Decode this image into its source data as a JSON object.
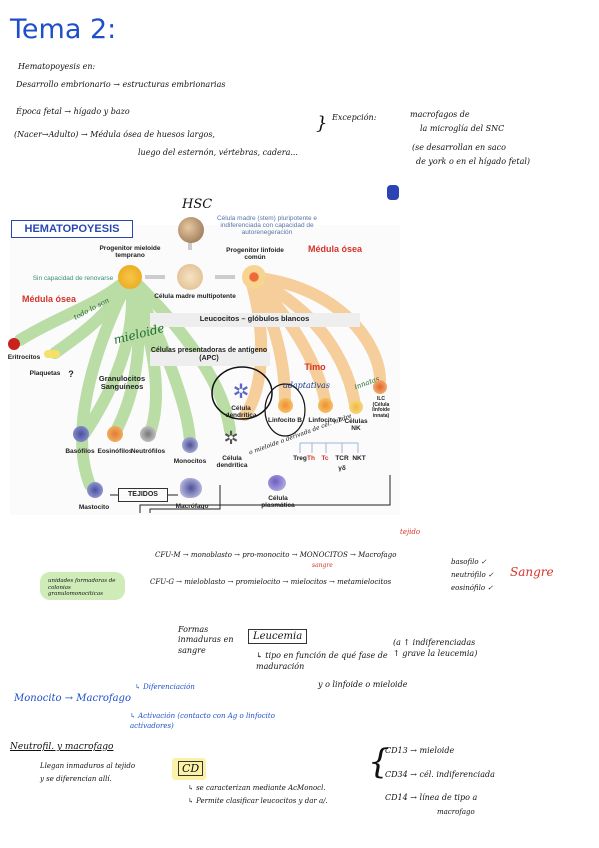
{
  "page": {
    "title": "Tema 2:",
    "intro": "Hematopoyesis en:",
    "lines": [
      "Desarrollo embrionario → estructuras embrionarias",
      "Época fetal → hígado y bazo",
      "(Nacer→Adulto) → Médula ósea de huesos largos,",
      "luego del esternón, vértebras, cadera..."
    ],
    "exception_label": "Excepción:",
    "exception_text_1": "macrofagos de",
    "exception_text_2": "la microglía del SNC",
    "exception_text_3": "(se desarrollan en saco",
    "exception_text_4": "de york o en el hígado fetal)"
  },
  "figure": {
    "title": "HEMATOPOYESIS",
    "hsc_note": "HSC",
    "stem_cell": "Célula madre (stem) pluripotente e indiferenciada con capacidad de autorenegeración",
    "early_myeloid": "Progenitor mieloide temprano",
    "lymphoid_progenitor": "Progenitor linfoide común",
    "medula_osea_right": "Médula ósea",
    "medula_osea_left": "Médula ósea",
    "no_renew": "Sin capacidad de renovarse",
    "multipotent": "Célula madre multipotente",
    "leukocytes": "Leucocitos – glóbulos blancos",
    "apc": "Células presentadoras de antígeno (APC)",
    "erythrocytes": "Eritrocitos",
    "platelets": "Plaquetas",
    "question": "?",
    "granulocytes": "Granulocitos Sanguíneos",
    "mieloide_note": "mieloide",
    "todo_note": "todo lo son",
    "timo": "Timo",
    "adaptativas_note": "adaptativas",
    "innatas_note": "innatas",
    "dendritic_1": "Célula dendrítica",
    "dendritic_2": "Célula dendrítica",
    "dendritic_note": "o mieloide o derivada de cél. madre",
    "lymph_b": "Linfocito B",
    "lymph_t": "Linfocito T",
    "nk": "Células NK",
    "ilc": "ILC (Célula linfoide innata)",
    "basophils": "Basófilos",
    "eosinophils": "Eosinófilos",
    "neutrophils": "Neutrófilos",
    "monocytes": "Monocitos",
    "treg": "Treg",
    "th": "Th",
    "tc": "Tc",
    "tcr": "TCR",
    "gd": "γδ",
    "nkt": "NKT",
    "plasma": "Célula plasmática",
    "mast": "Mastocito",
    "tejidos": "TEJIDOS",
    "macrophage": "Macrófago"
  },
  "notes": {
    "cfu_m": "CFU-M → monoblasto → pro-monocito → MONOCITOS → Macrofago",
    "cfu_m_sangre": "sangre",
    "cfu_m_tejido": "tejido",
    "cfu_g": "CFU-G → mieloblasto → promielocito → mielocitos → metamielocitos",
    "colonias_label": "unidades formadoras de colonias granulomonociticas",
    "basofilo": "basofilo ✓",
    "neutrofilo": "neutrófilo ✓",
    "eosinofilo": "eosinófilo ✓",
    "sangre_red": "Sangre",
    "formas": "Formas inmaduras en sangre",
    "leucemia": "Leucemia",
    "tipo": "↳ tipo en función de qué fase de maduración",
    "indif": "(a ↑ indiferenciadas ↑ grave la leucemia)",
    "linf_miel": "y o linfoide o mieloide",
    "monocito_macrofago": "Monocito → Macrofago",
    "diferenciacion": "↳ Diferenciación",
    "activacion": "↳ Activación (contacto con Ag o linfocito activadores)",
    "neutrofil": "Neutrofil. y macrofago",
    "neutrofil_desc_1": "Llegan inmaduros al tejido",
    "neutrofil_desc_2": "y se diferencian allí.",
    "cd": "CD",
    "cd_desc_1": "↳ se caracterizan mediante AcMonocl.",
    "cd_desc_2": "↳ Permite clasificar leucocitos y dar a/.",
    "cd13": "CD13 → mieloide",
    "cd34": "CD34 → cél. indiferenciada",
    "cd14": "CD14 → línea de tipo a",
    "cd14_2": "macrofago"
  }
}
